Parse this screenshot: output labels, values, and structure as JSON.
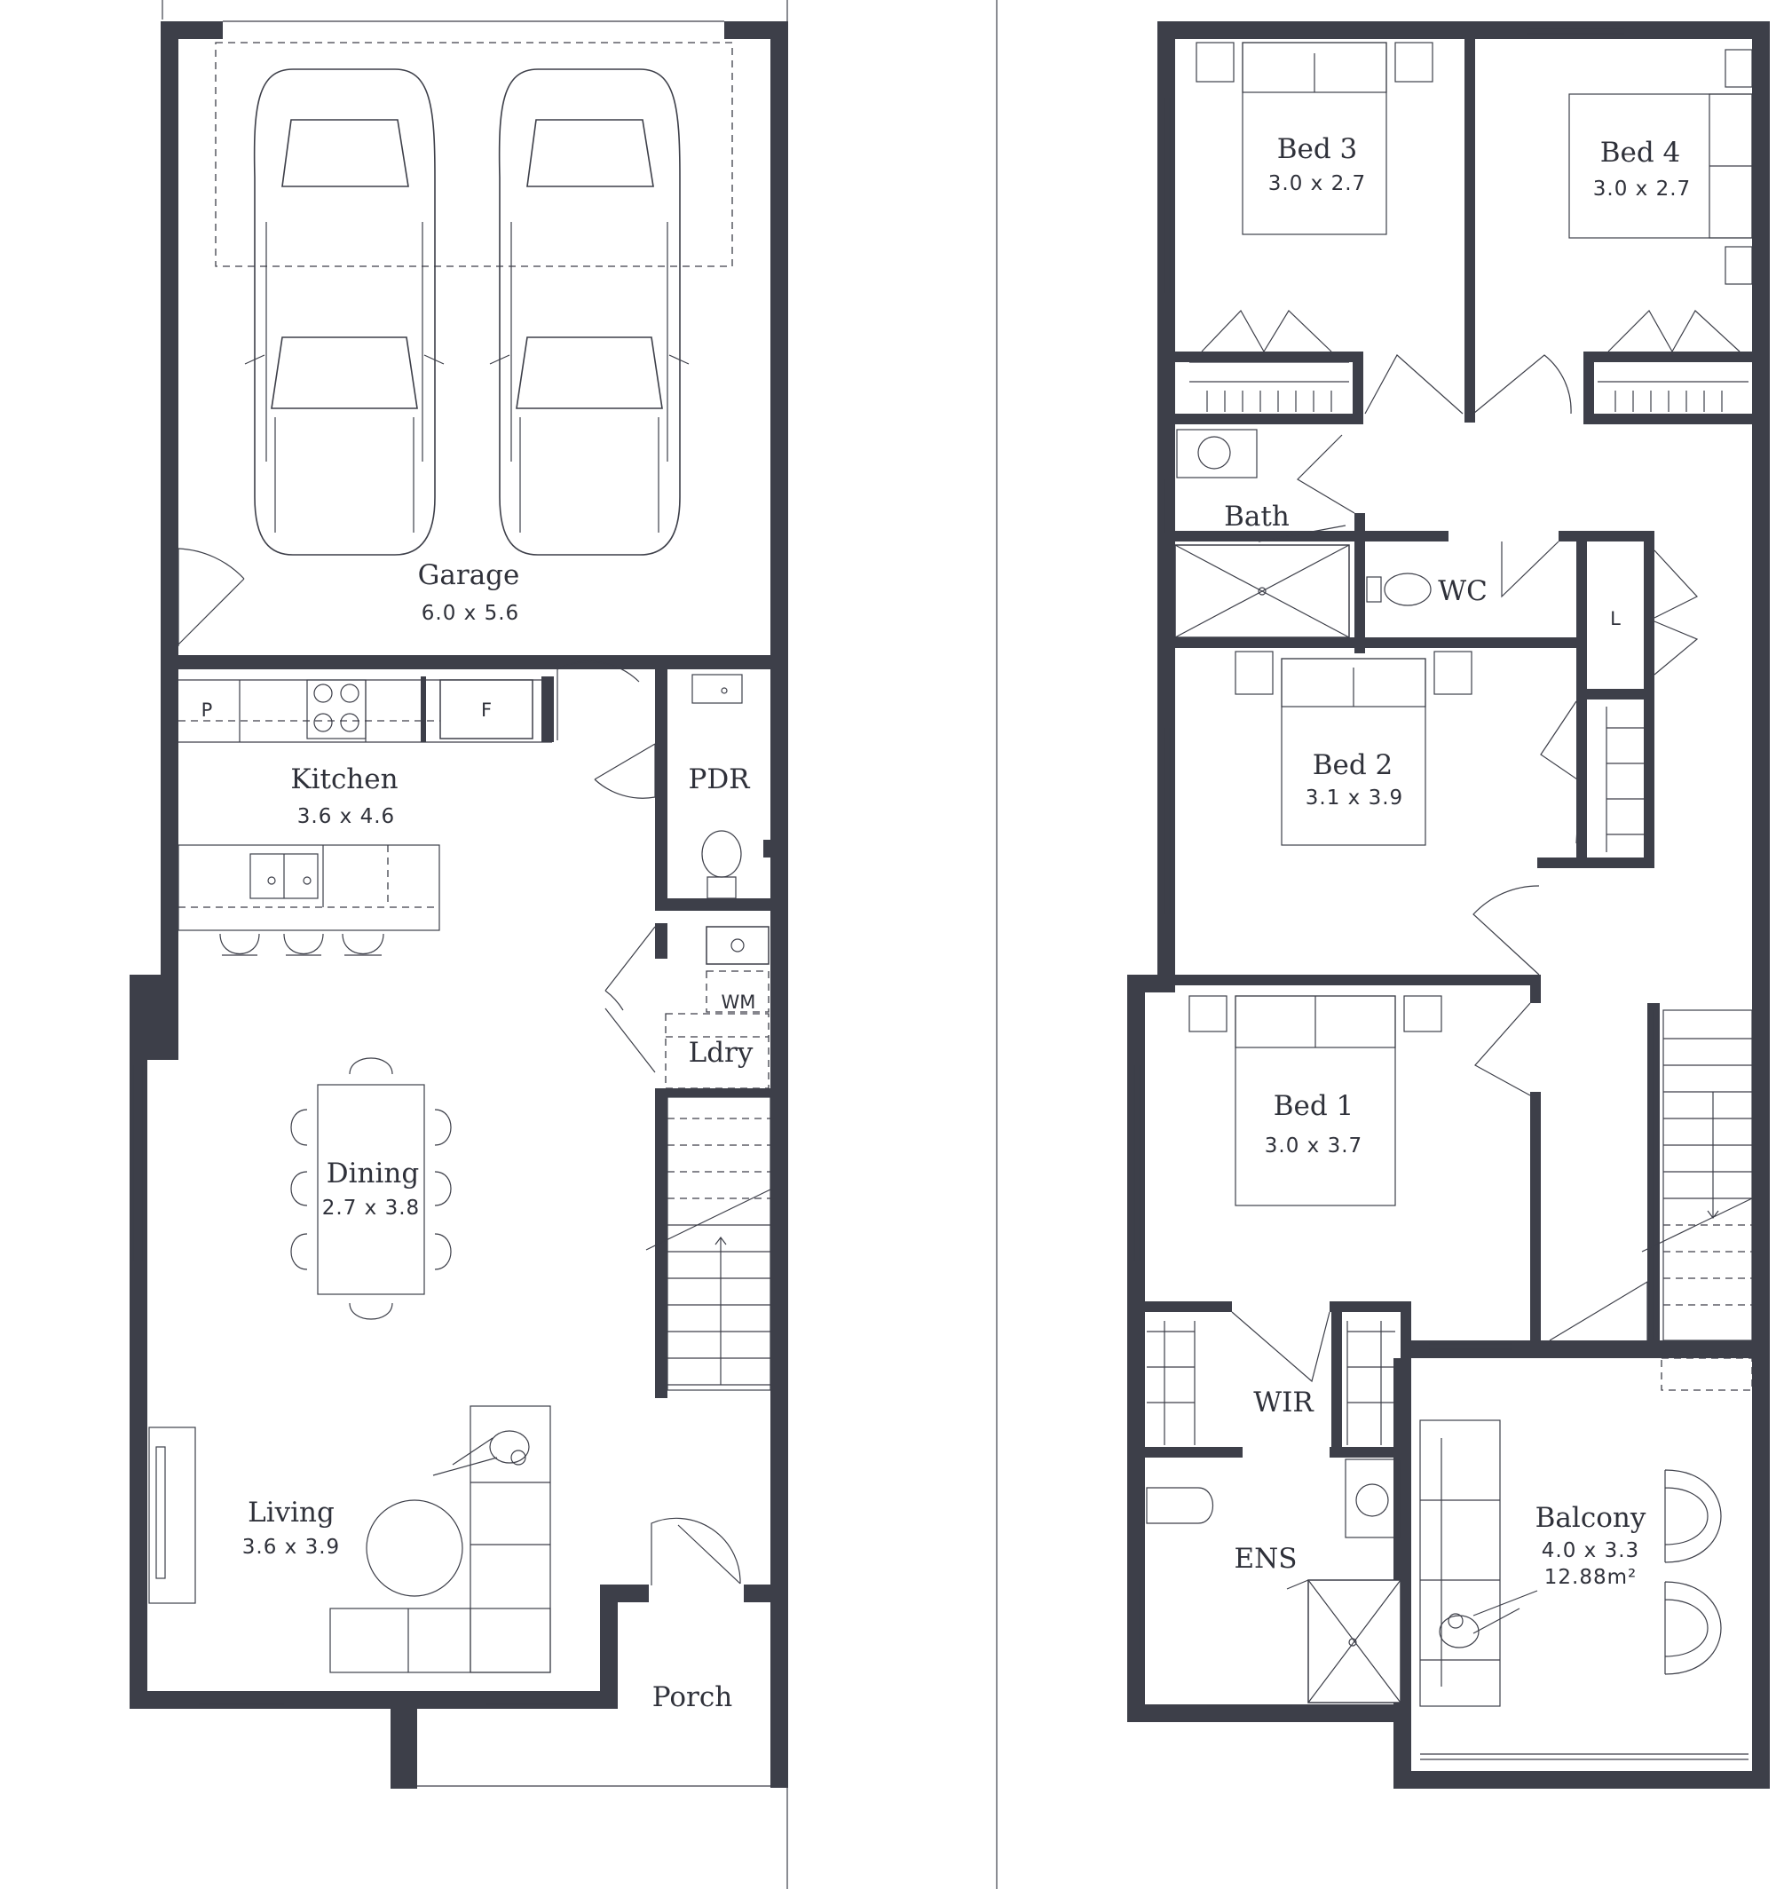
{
  "colors": {
    "wall": "#3d3f49",
    "background": "#ffffff"
  },
  "ground_floor": {
    "garage": {
      "name": "Garage",
      "dims": "6.0 x 5.6"
    },
    "kitchen": {
      "name": "Kitchen",
      "dims": "3.6 x 4.6"
    },
    "pdr": {
      "name": "PDR"
    },
    "laundry": {
      "name": "Ldry",
      "washer": "WM"
    },
    "dining": {
      "name": "Dining",
      "dims": "2.7 x 3.8"
    },
    "living": {
      "name": "Living",
      "dims": "3.6 x 3.9"
    },
    "porch": {
      "name": "Porch"
    },
    "pantry": "P",
    "fridge": "F"
  },
  "first_floor": {
    "bed3": {
      "name": "Bed 3",
      "dims": "3.0 x 2.7"
    },
    "bed4": {
      "name": "Bed 4",
      "dims": "3.0 x 2.7"
    },
    "bath": {
      "name": "Bath"
    },
    "wc": {
      "name": "WC"
    },
    "linen": "L",
    "bed2": {
      "name": "Bed 2",
      "dims": "3.1 x 3.9"
    },
    "bed1": {
      "name": "Bed 1",
      "dims": "3.0 x 3.7"
    },
    "wir": {
      "name": "WIR"
    },
    "ens": {
      "name": "ENS"
    },
    "balcony": {
      "name": "Balcony",
      "dims": "4.0 x 3.3",
      "area": "12.88m²"
    }
  }
}
